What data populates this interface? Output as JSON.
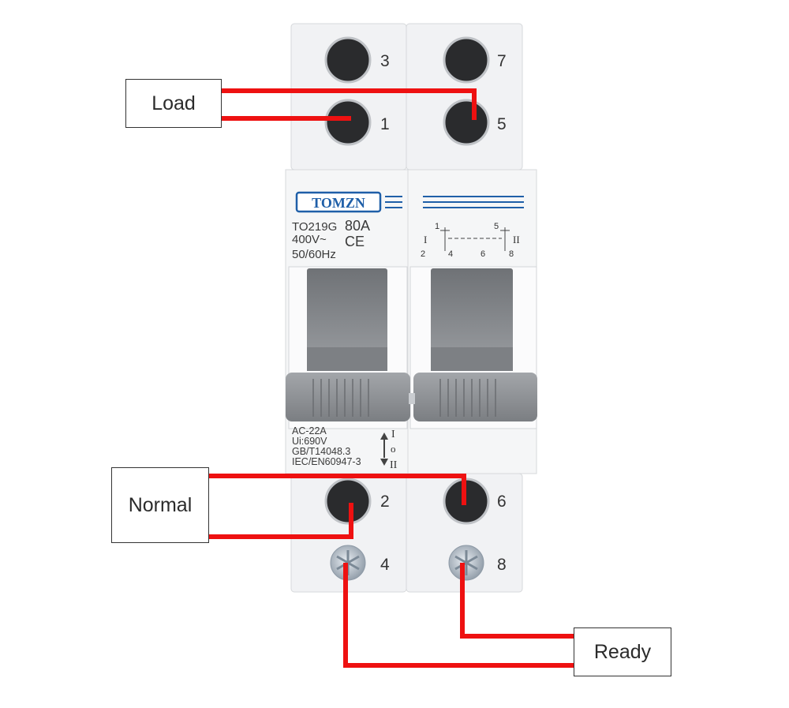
{
  "labels": {
    "load": "Load",
    "normal": "Normal",
    "ready": "Ready"
  },
  "terminals": {
    "t1": "1",
    "t2": "2",
    "t3": "3",
    "t4": "4",
    "t5": "5",
    "t6": "6",
    "t7": "7",
    "t8": "8"
  },
  "brand": "TOMZN",
  "model": "TO219G",
  "rating": "80A",
  "voltage": "400V~",
  "ce_mark": "CE",
  "frequency": "50/60Hz",
  "schematic": {
    "pos1": "I",
    "pos2": "II",
    "n1": "1",
    "n5": "5",
    "n2": "2",
    "n4": "4",
    "n6": "6",
    "n8": "8"
  },
  "specs": {
    "category": "AC-22A",
    "ui": "Ui:690V",
    "std1": "GB/T14048.3",
    "std2": "IEC/EN60947-3"
  },
  "positions": {
    "p1": "I",
    "p0": "o",
    "p2": "II"
  },
  "colors": {
    "wire": "#ee1111",
    "housing": "#f2f3f5",
    "handle": "#8c8f93",
    "brand_blue": "#1f5fa8"
  }
}
